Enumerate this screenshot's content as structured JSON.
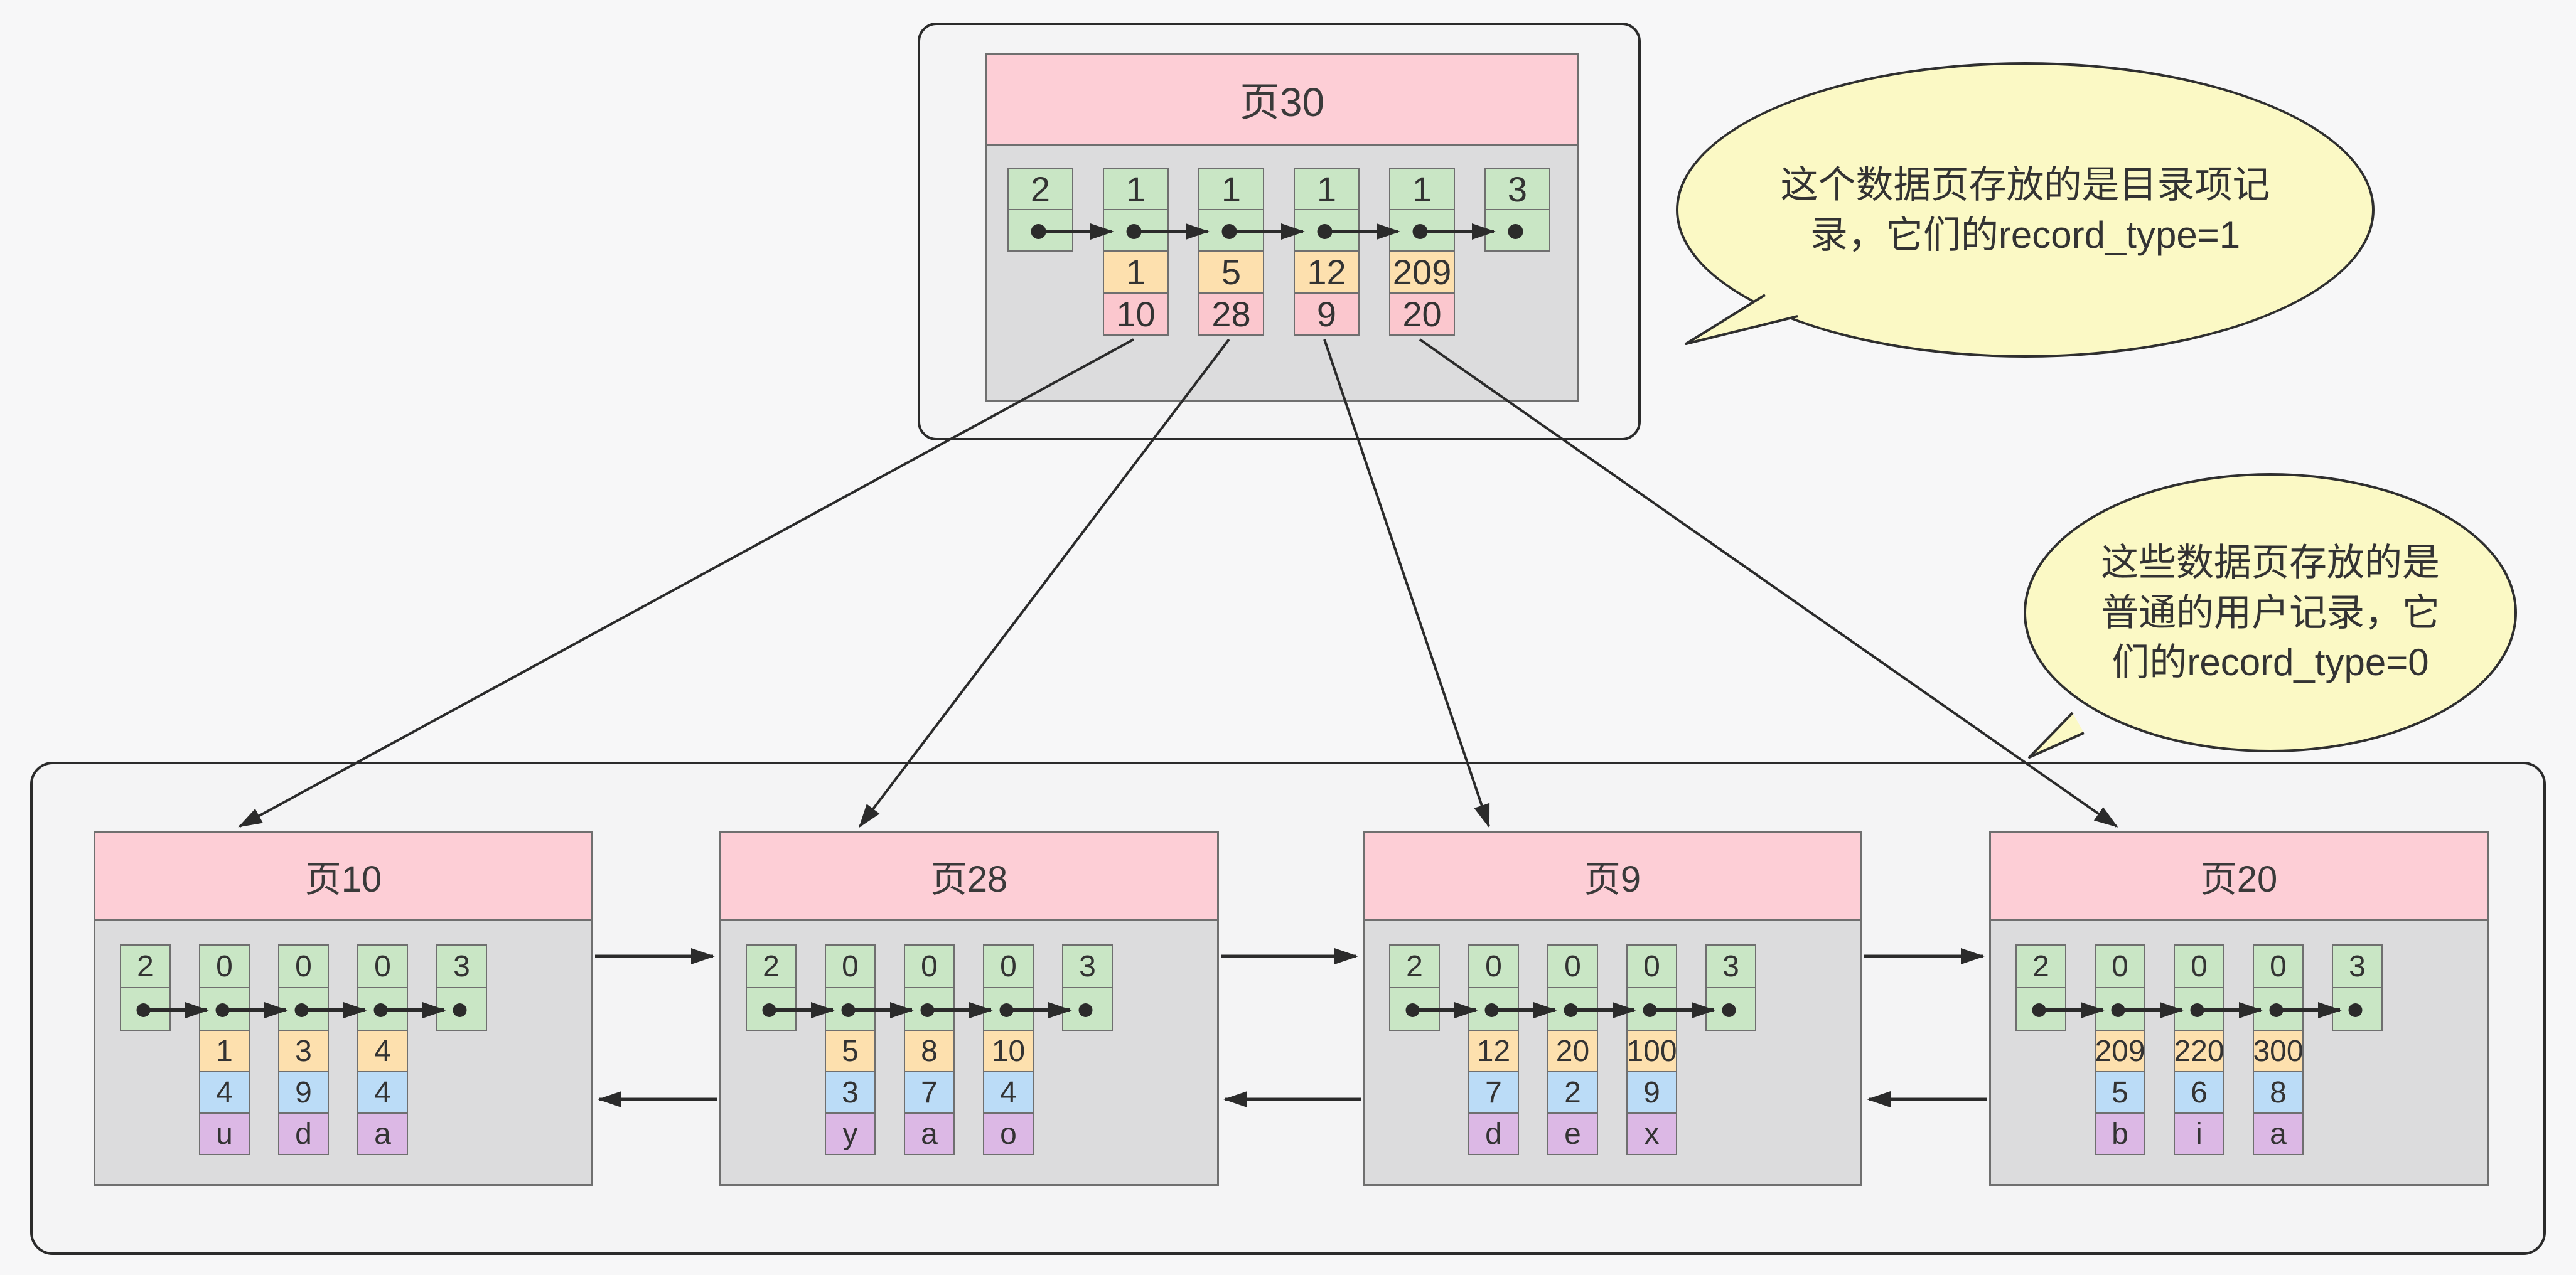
{
  "internal_page": {
    "title": "页30",
    "records": [
      {
        "record_type": "2"
      },
      {
        "record_type": "1",
        "key": "1",
        "page_no": "10"
      },
      {
        "record_type": "1",
        "key": "5",
        "page_no": "28"
      },
      {
        "record_type": "1",
        "key": "12",
        "page_no": "9"
      },
      {
        "record_type": "1",
        "key": "209",
        "page_no": "20"
      },
      {
        "record_type": "3"
      }
    ]
  },
  "leaf_pages": [
    {
      "title": "页10",
      "records": [
        {
          "record_type": "2"
        },
        {
          "record_type": "0",
          "key": "1",
          "col2": "4",
          "col3": "u"
        },
        {
          "record_type": "0",
          "key": "3",
          "col2": "9",
          "col3": "d"
        },
        {
          "record_type": "0",
          "key": "4",
          "col2": "4",
          "col3": "a"
        },
        {
          "record_type": "3"
        }
      ]
    },
    {
      "title": "页28",
      "records": [
        {
          "record_type": "2"
        },
        {
          "record_type": "0",
          "key": "5",
          "col2": "3",
          "col3": "y"
        },
        {
          "record_type": "0",
          "key": "8",
          "col2": "7",
          "col3": "a"
        },
        {
          "record_type": "0",
          "key": "10",
          "col2": "4",
          "col3": "o"
        },
        {
          "record_type": "3"
        }
      ]
    },
    {
      "title": "页9",
      "records": [
        {
          "record_type": "2"
        },
        {
          "record_type": "0",
          "key": "12",
          "col2": "7",
          "col3": "d"
        },
        {
          "record_type": "0",
          "key": "20",
          "col2": "2",
          "col3": "e"
        },
        {
          "record_type": "0",
          "key": "100",
          "col2": "9",
          "col3": "x"
        },
        {
          "record_type": "3"
        }
      ]
    },
    {
      "title": "页20",
      "records": [
        {
          "record_type": "2"
        },
        {
          "record_type": "0",
          "key": "209",
          "col2": "5",
          "col3": "b"
        },
        {
          "record_type": "0",
          "key": "220",
          "col2": "6",
          "col3": "i"
        },
        {
          "record_type": "0",
          "key": "300",
          "col2": "8",
          "col3": "a"
        },
        {
          "record_type": "3"
        }
      ]
    }
  ],
  "callouts": [
    {
      "text": "这个数据页存放的是目录项记\n录，它们的record_type=1"
    },
    {
      "text": "这些数据页存放的是\n普通的用户记录，它\n们的record_type=0"
    }
  ],
  "colors": {
    "background": "#f7f7f8",
    "container_fill": "#f4f4f5",
    "container_border": "#2b2b2b",
    "page_border": "#6f6f6f",
    "header_pink": "#fdced6",
    "body_gray": "#dcdcdd",
    "record_green": "#c9e6c5",
    "key_orange": "#fde0ae",
    "pageno_pink": "#fbc7ce",
    "col2_blue": "#bbdcf7",
    "col3_purple": "#dcb8e5",
    "bubble_yellow": "#fbf9c5",
    "arrow_dark": "#2b2b2b"
  }
}
